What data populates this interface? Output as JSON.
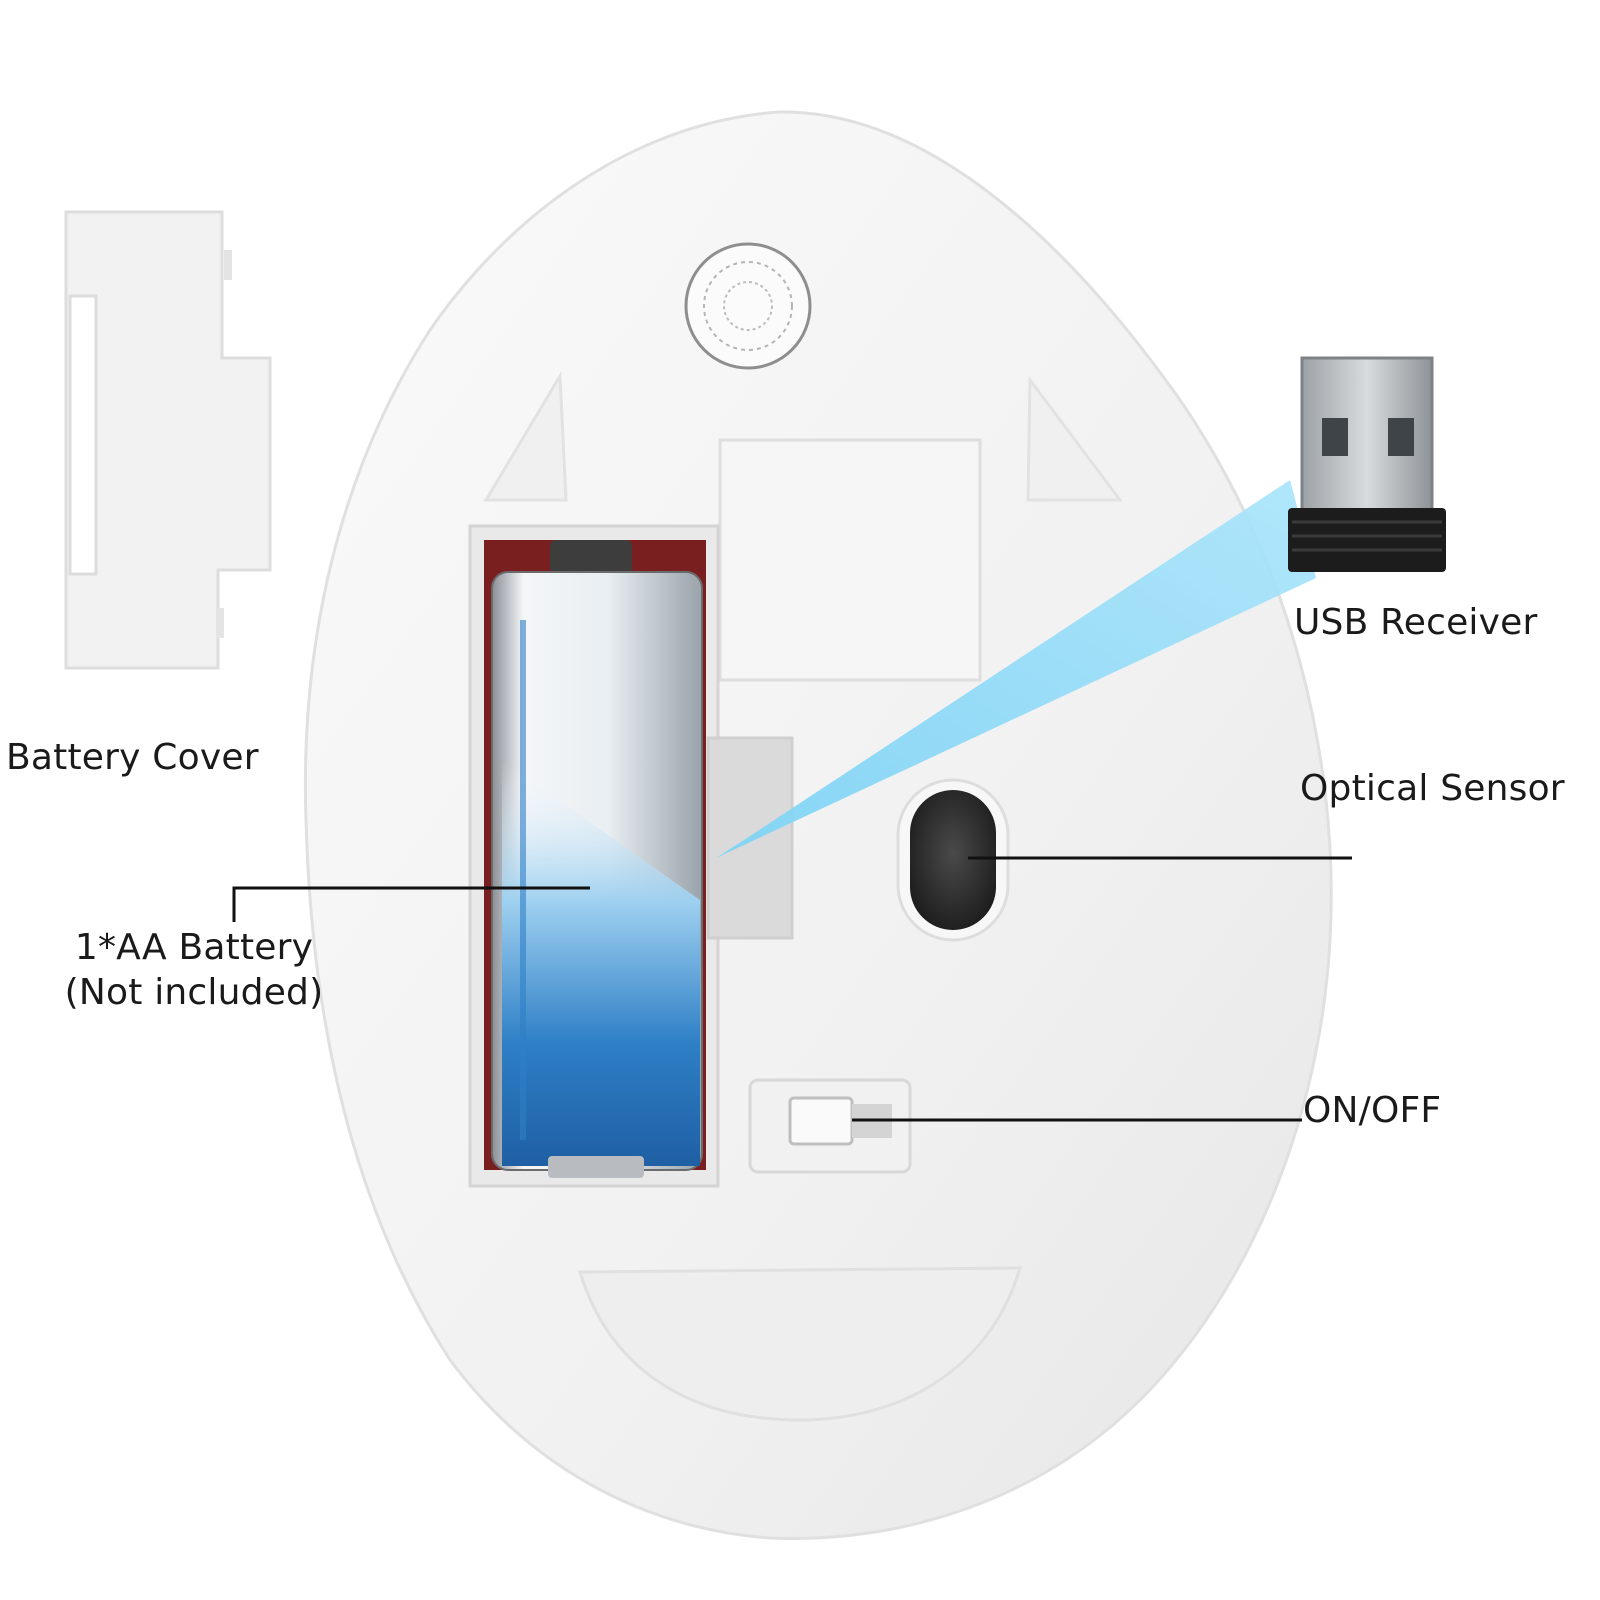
{
  "labels": {
    "battery_cover": "Battery Cover",
    "usb_receiver": "USB Receiver",
    "optical_sensor": "Optical Sensor",
    "battery_line1": "1*AA Battery",
    "battery_line2": "(Not included)",
    "on_off": "ON/OFF"
  },
  "colors": {
    "mouse_body": "#f3f3f3",
    "battery_blue": "#2e7fc6",
    "beam_blue": "#7fd3f5",
    "sensor_dark": "#2a2a2a",
    "leader_line": "#111111"
  },
  "icons": [
    "usb-connector-icon",
    "battery-icon",
    "optical-sensor-icon",
    "power-switch-icon"
  ]
}
